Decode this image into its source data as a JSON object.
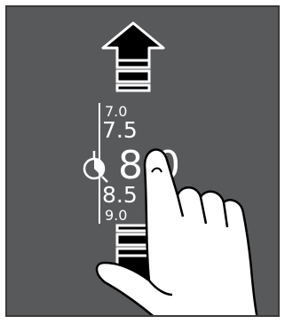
{
  "scale": {
    "values": [
      "7.0",
      "7.5",
      "8.0",
      "8.5",
      "9.0"
    ],
    "selected": "8.0"
  },
  "controls": {
    "up_icon": "arrow-up-icon",
    "down_icon": "arrow-down-icon",
    "timer_icon": "timer-icon",
    "hand_icon": "pointing-hand-icon"
  },
  "colors": {
    "panel": "#58595b",
    "foreground": "#000000",
    "text": "#ffffff"
  }
}
